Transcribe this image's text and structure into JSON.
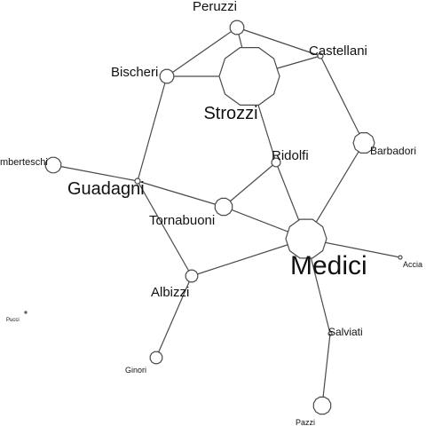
{
  "graph": {
    "nodes": [
      {
        "id": "peruzzi",
        "label": "Peruzzi"
      },
      {
        "id": "castellani",
        "label": "Castellani"
      },
      {
        "id": "bischeri",
        "label": "Bischeri"
      },
      {
        "id": "strozzi",
        "label": "Strozzi"
      },
      {
        "id": "barbadori",
        "label": "Barbadori"
      },
      {
        "id": "ridolfi",
        "label": "Ridolfi"
      },
      {
        "id": "lamberteschi",
        "label": "mberteschi"
      },
      {
        "id": "guadagni",
        "label": "Guadagni"
      },
      {
        "id": "tornabuoni",
        "label": "Tornabuoni"
      },
      {
        "id": "medici",
        "label": "Medici"
      },
      {
        "id": "acciaiuoli",
        "label": "Accia"
      },
      {
        "id": "albizzi",
        "label": "Albizzi"
      },
      {
        "id": "pucci",
        "label": "Pucci"
      },
      {
        "id": "salviati",
        "label": "Salviati"
      },
      {
        "id": "ginori",
        "label": "Ginori"
      },
      {
        "id": "pazzi",
        "label": "Pazzi"
      }
    ],
    "edges": [
      [
        "peruzzi",
        "bischeri"
      ],
      [
        "peruzzi",
        "strozzi"
      ],
      [
        "peruzzi",
        "castellani"
      ],
      [
        "castellani",
        "strozzi"
      ],
      [
        "castellani",
        "barbadori"
      ],
      [
        "bischeri",
        "strozzi"
      ],
      [
        "bischeri",
        "guadagni"
      ],
      [
        "strozzi",
        "ridolfi"
      ],
      [
        "barbadori",
        "medici"
      ],
      [
        "ridolfi",
        "medici"
      ],
      [
        "ridolfi",
        "tornabuoni"
      ],
      [
        "lamberteschi",
        "guadagni"
      ],
      [
        "guadagni",
        "tornabuoni"
      ],
      [
        "guadagni",
        "albizzi"
      ],
      [
        "tornabuoni",
        "medici"
      ],
      [
        "medici",
        "acciaiuoli"
      ],
      [
        "medici",
        "albizzi"
      ],
      [
        "medici",
        "salviati"
      ],
      [
        "albizzi",
        "ginori"
      ],
      [
        "salviati",
        "pazzi"
      ]
    ]
  }
}
